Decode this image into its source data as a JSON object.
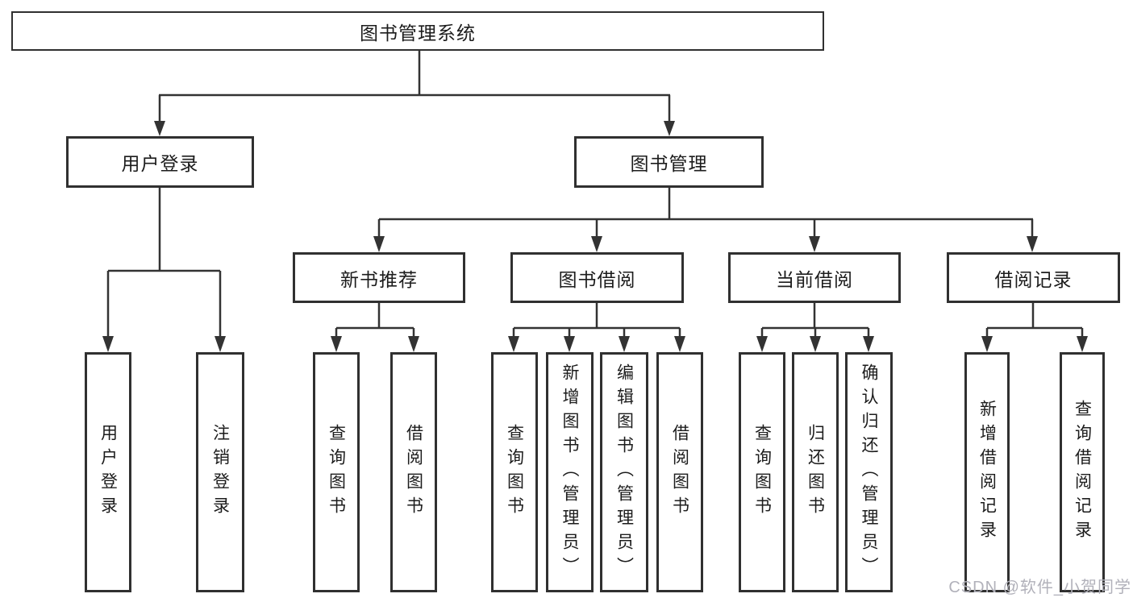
{
  "diagram": {
    "root_label": "图书管理系统",
    "level2": [
      {
        "label": "用户登录",
        "children": [
          "用户登录",
          "注销登录"
        ]
      },
      {
        "label": "图书管理"
      }
    ],
    "level3": [
      {
        "label": "新书推荐",
        "children": [
          "查询图书",
          "借阅图书"
        ]
      },
      {
        "label": "图书借阅",
        "children": [
          "查询图书",
          "新增图书（管理员）",
          "编辑图书（管理员）",
          "借阅图书"
        ]
      },
      {
        "label": "当前借阅",
        "children": [
          "查询图书",
          "归还图书",
          "确认归还（管理员）"
        ]
      },
      {
        "label": "借阅记录",
        "children": [
          "新增借阅记录",
          "查询借阅记录"
        ]
      }
    ]
  },
  "watermark": {
    "text": "CSDN @软件_小贺同学"
  },
  "colors": {
    "background": "#ffffff",
    "line": "#333333",
    "box_border": "#303030",
    "text": "#1c1c1c",
    "watermark": "#b1b1ba"
  }
}
